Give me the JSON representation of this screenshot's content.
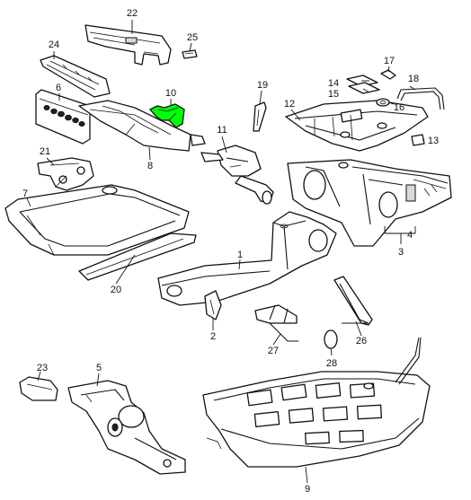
{
  "highlight_color": "#00ff0a",
  "callouts": {
    "c1": "1",
    "c2": "2",
    "c3": "3",
    "c4": "4",
    "c5": "5",
    "c6": "6",
    "c7": "7",
    "c8": "8",
    "c9": "9",
    "c10": "10",
    "c11": "11",
    "c12": "12",
    "c13": "13",
    "c14": "14",
    "c15": "15",
    "c16": "16",
    "c17": "17",
    "c18": "18",
    "c19": "19",
    "c20": "20",
    "c21": "21",
    "c22": "22",
    "c23": "23",
    "c24": "24",
    "c25": "25",
    "c26": "26",
    "c27": "27",
    "c28": "28"
  },
  "highlighted_part": "10"
}
